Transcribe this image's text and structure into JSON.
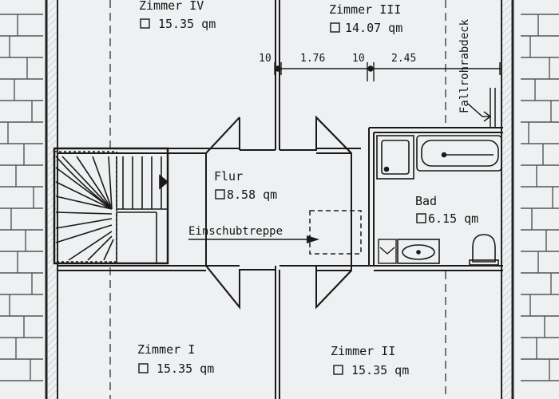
{
  "rooms": {
    "zimmer_iv": {
      "name": "Zimmer IV",
      "area": "15.35 qm"
    },
    "zimmer_iii": {
      "name": "Zimmer III",
      "area": "14.07 qm"
    },
    "flur": {
      "name": "Flur",
      "area": "8.58 qm"
    },
    "bad": {
      "name": "Bad",
      "area": "6.15 qm"
    },
    "zimmer_i": {
      "name": "Zimmer I",
      "area": "15.35 qm"
    },
    "zimmer_ii": {
      "name": "Zimmer II",
      "area": "15.35 qm"
    }
  },
  "dimensions": {
    "d1": "10",
    "d2": "1.76",
    "d3": "10",
    "d4": "2.45"
  },
  "notes": {
    "ladder": "Einschubtreppe",
    "downpipe": "Fallrohrabdeck"
  }
}
